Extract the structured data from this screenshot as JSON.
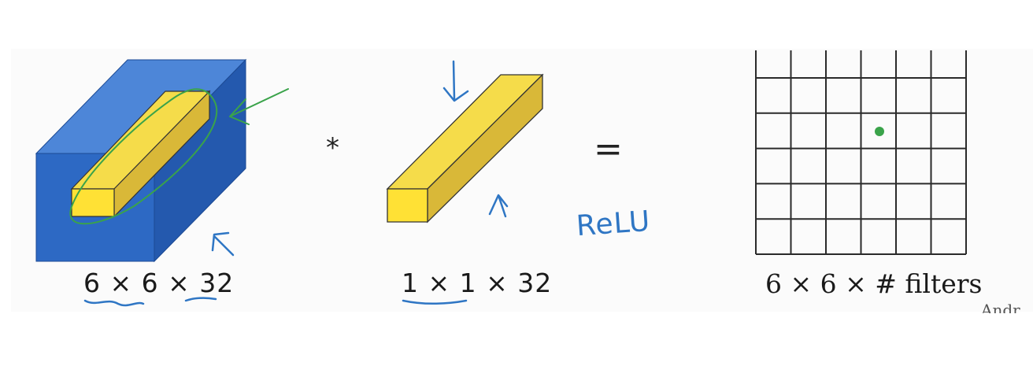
{
  "labels": {
    "volume_dims": "6 × 6 × 32",
    "filter_dims": "1 × 1 × 32",
    "output_dims": "6 × 6 × # filters",
    "operator_multiply": "*",
    "operator_equals": "=",
    "activation": "ReLU",
    "attribution": "Andr"
  },
  "output_grid": {
    "rows": 6,
    "cols": 6
  },
  "colors": {
    "volume_front": "#2d69c4",
    "volume_top": "#4d86d8",
    "volume_side": "#2459ae",
    "filter_front": "#ffe135",
    "filter_top": "#f5dc4a",
    "filter_side": "#d9b838",
    "annotation_green": "#3aa34a",
    "annotation_blue": "#2f76c4"
  }
}
